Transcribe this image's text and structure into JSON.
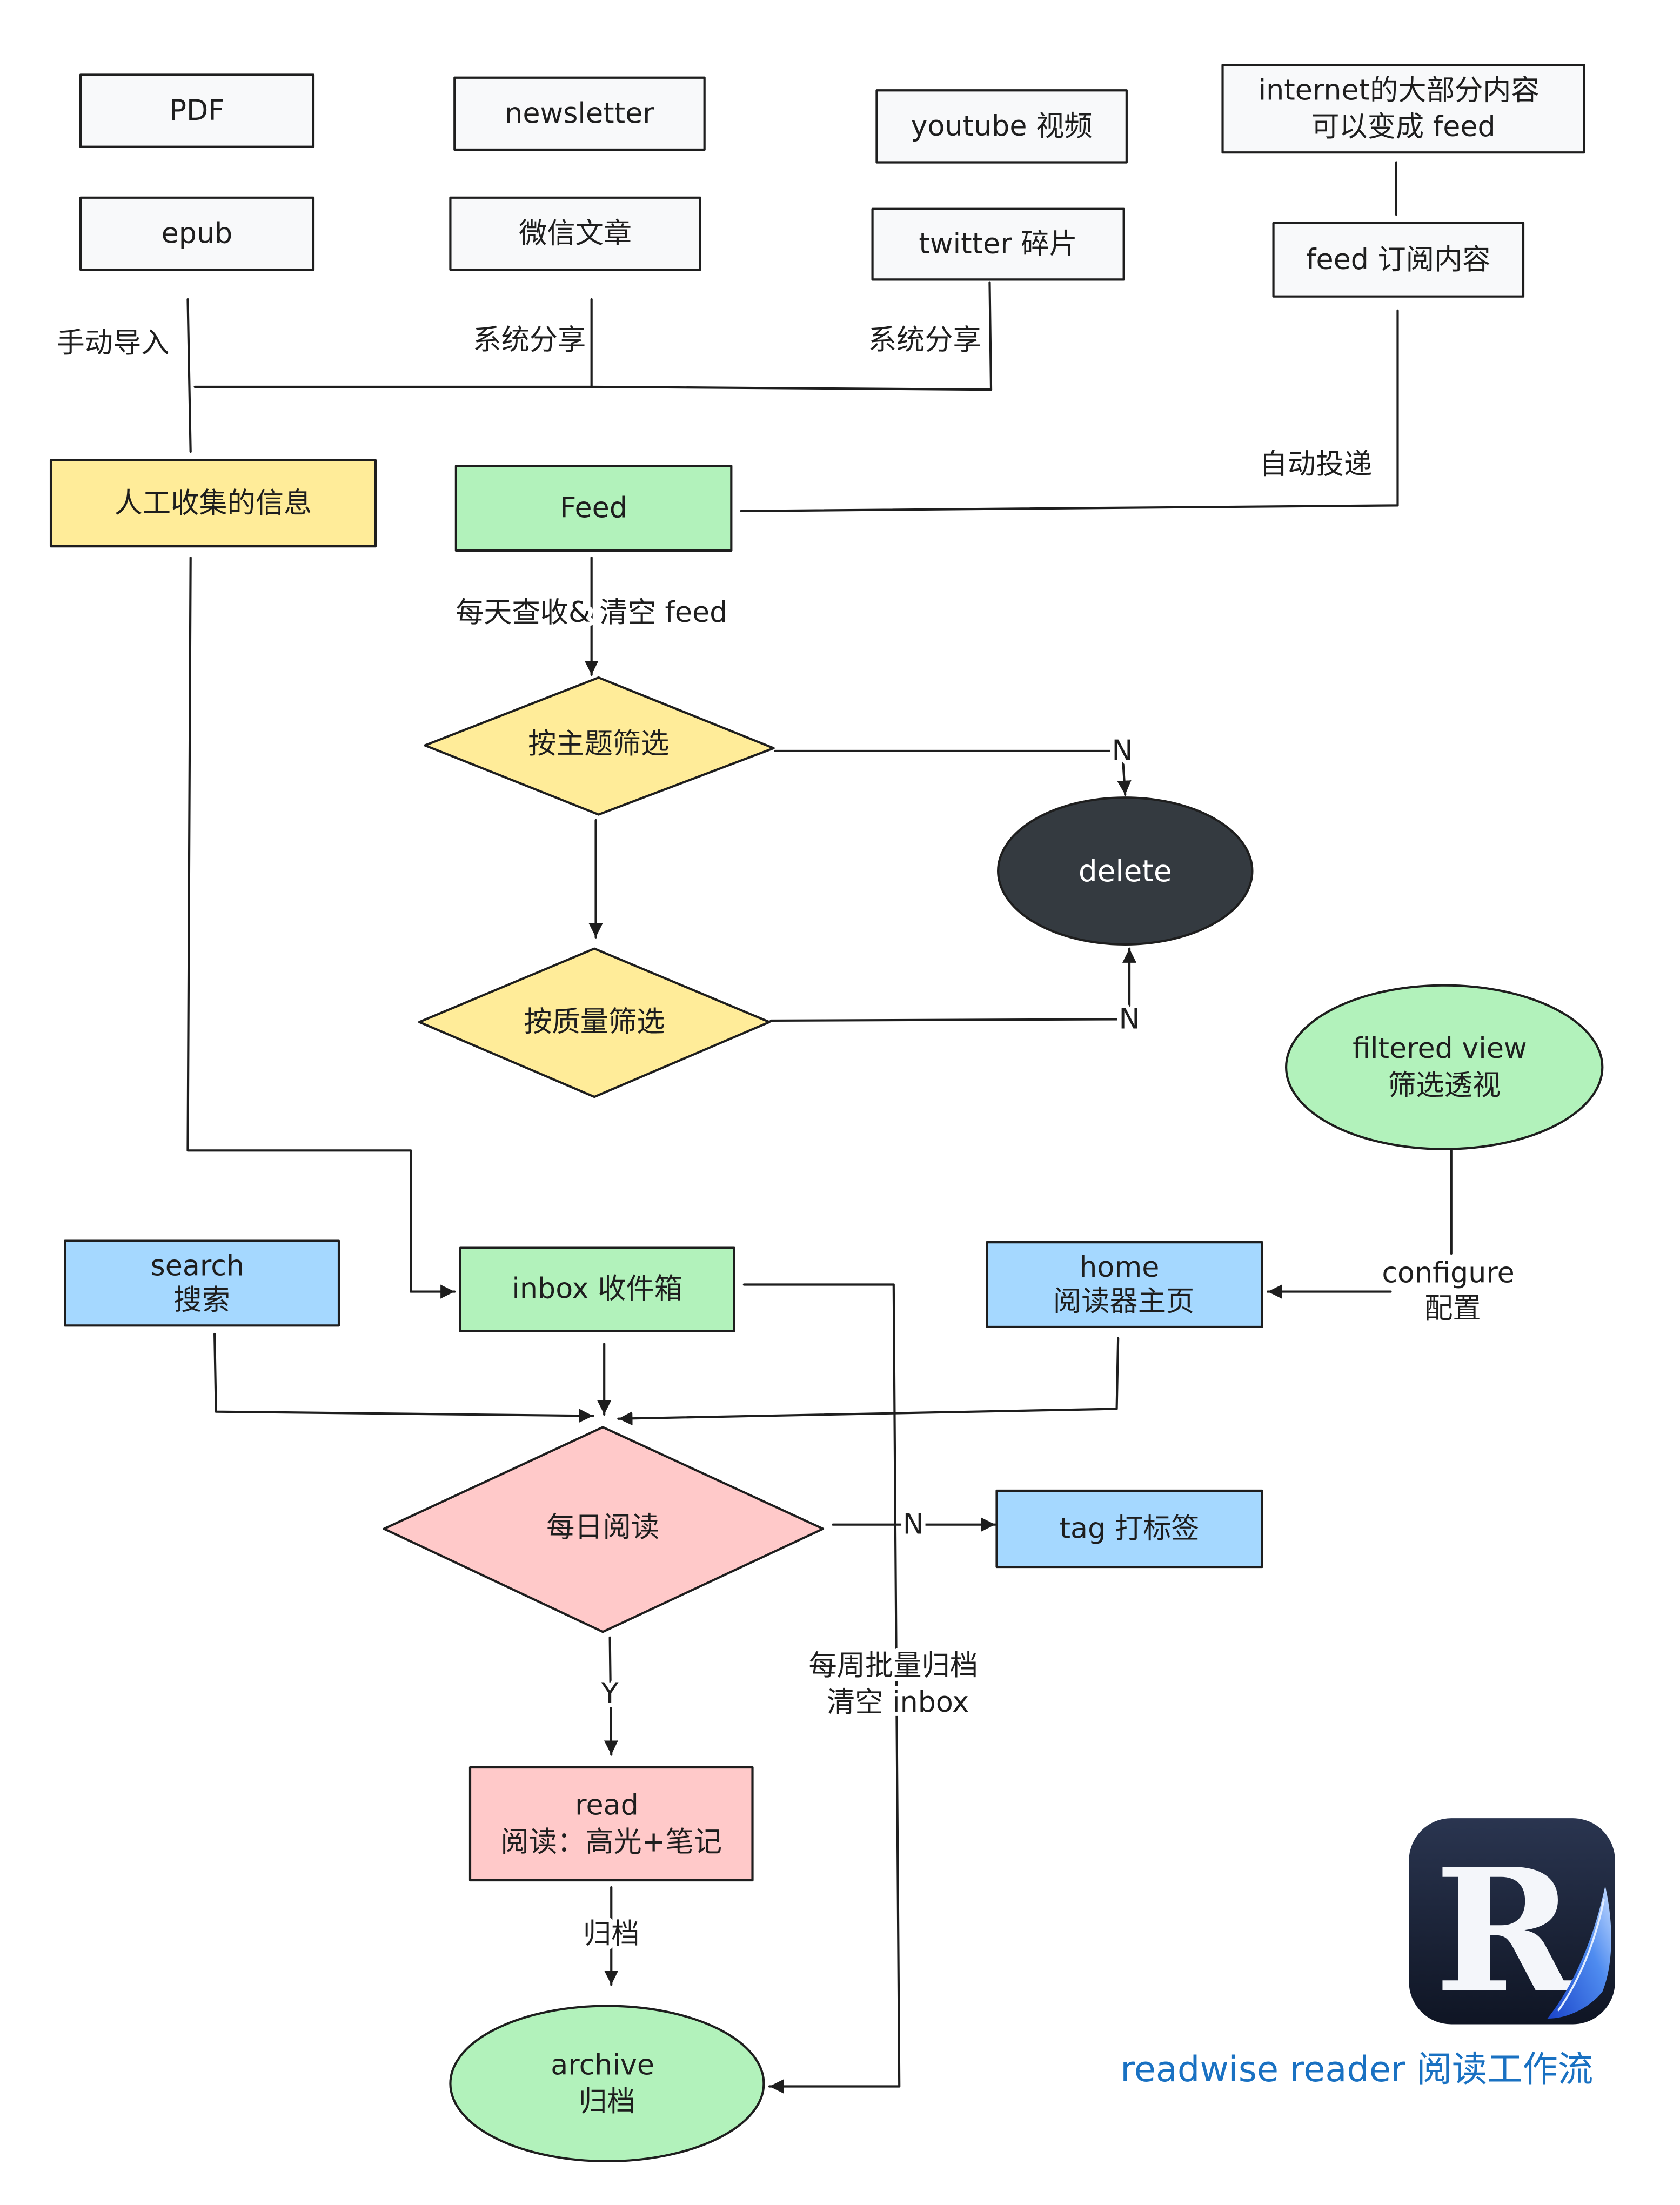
{
  "sources": {
    "pdf": "PDF",
    "newsletter": "newsletter",
    "youtube": "youtube 视频",
    "internet": {
      "line1": "internet的大部分内容",
      "line2": "可以变成 feed"
    },
    "epub": "epub",
    "wechat": "微信文章",
    "twitter": "twitter 碎片",
    "feed_subscription": "feed 订阅内容"
  },
  "collect": {
    "manual": "人工收集的信息",
    "feed": "Feed"
  },
  "filters": {
    "topic": "按主题筛选",
    "quality": "按质量筛选",
    "delete": "delete"
  },
  "views": {
    "filtered": {
      "line1": "filtered view",
      "line2": "筛选透视"
    },
    "search": {
      "line1": "search",
      "line2": "搜索"
    },
    "inbox": "inbox 收件箱",
    "home": {
      "line1": "home",
      "line2": "阅读器主页"
    }
  },
  "reading": {
    "daily": "每日阅读",
    "tag": "tag 打标签",
    "read": {
      "line1": "read",
      "line2": "阅读：高光+笔记"
    },
    "archive": {
      "line1": "archive",
      "line2": "归档"
    }
  },
  "edge_labels": {
    "manual_import": "手动导入",
    "system_share_1": "系统分享",
    "system_share_2": "系统分享",
    "auto_deliver": "自动投递",
    "daily_check": "每天查收& 清空 feed",
    "topic_no": "N",
    "quality_no": "N",
    "daily_no": "N",
    "configure": {
      "line1": "configure",
      "line2": "配置"
    },
    "weekly_archive": {
      "line1": "每周批量归档",
      "line2": "清空 inbox"
    },
    "daily_yes": "Y",
    "archive_step": "归档"
  },
  "branding": {
    "logo_letter": "R",
    "caption": "readwise reader 阅读工作流"
  },
  "colors": {
    "source_fill": "#f8f9fa",
    "yellow": "#ffec99",
    "green": "#b2f2bb",
    "blue": "#a5d8ff",
    "pink": "#ffc9c9",
    "dark": "#343a40",
    "caption": "#1971c2"
  }
}
